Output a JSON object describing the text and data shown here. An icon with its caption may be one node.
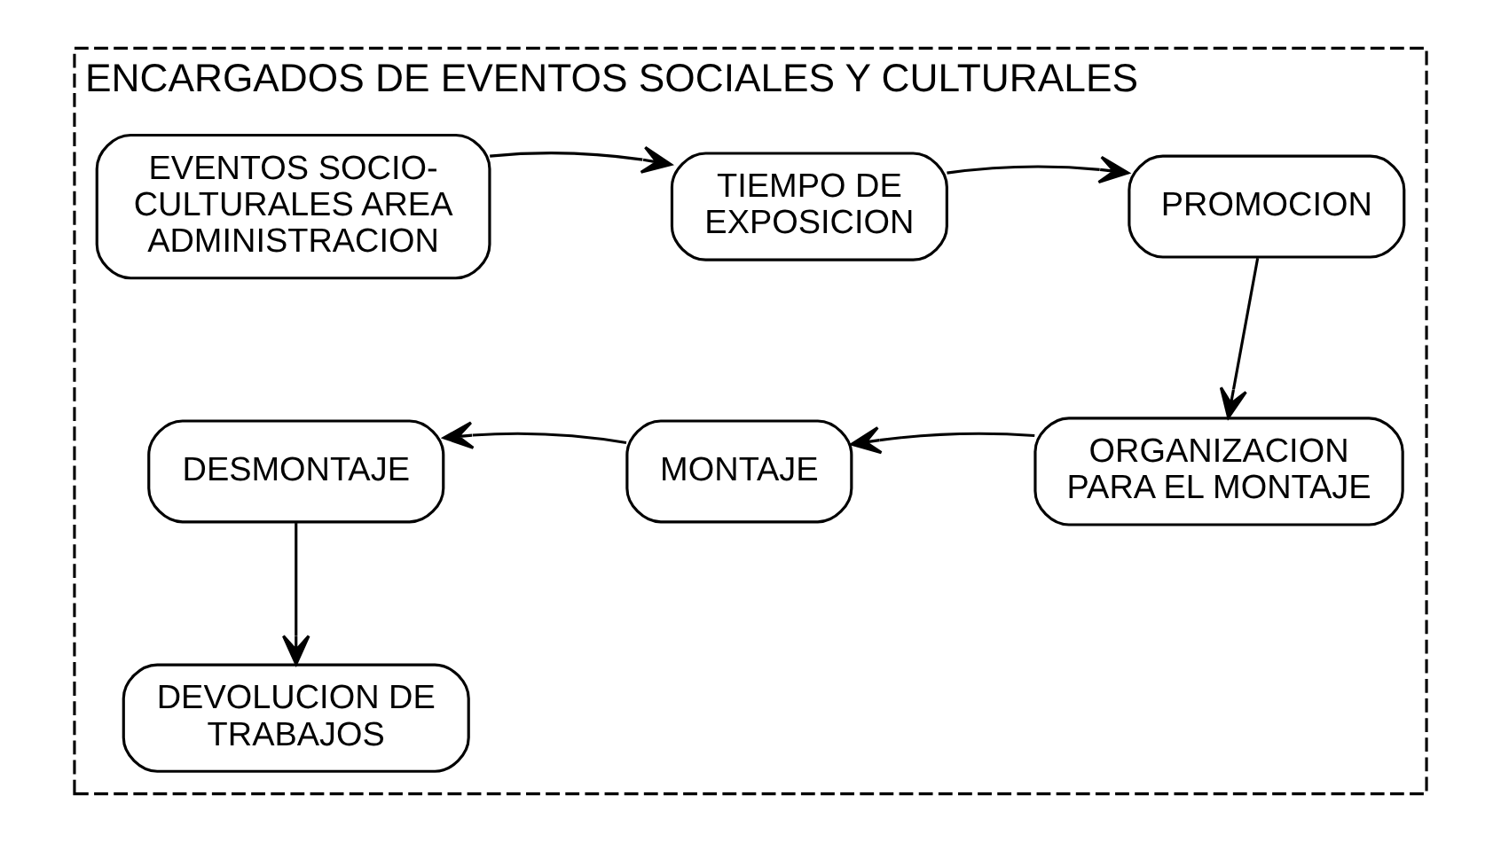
{
  "diagram": {
    "nodes": [
      {
        "text": [
          "ENCARGADOS DE EVENTOS SOCIALES Y CULTURALES"
        ]
      },
      {
        "text": [
          "EVENTOS SOCIO-CULTURALES AREA ADMINISTRACION"
        ],
        "in": 0
      },
      {
        "text": [
          "TIEMPO DE EXPOSICION"
        ],
        "in": 0
      },
      {
        "text": [
          "PROMOCION"
        ],
        "in": 0
      },
      {
        "text": [
          "ORGANIZACION PARA EL MONTAJE"
        ],
        "in": 0
      },
      {
        "text": [
          "MONTAJE"
        ],
        "in": 0
      },
      {
        "text": [
          "DESMONTAJE"
        ],
        "in": 0
      },
      {
        "text": [
          "DEVOLUCION DE TRABAJOS"
        ],
        "in": 0
      }
    ],
    "edges": [
      {
        "from": 1,
        "to": 2,
        "arrow": "to"
      },
      {
        "from": 2,
        "to": 3,
        "arrow": "to"
      },
      {
        "from": 3,
        "to": 4,
        "arrow": "to"
      },
      {
        "from": 4,
        "to": 5,
        "arrow": "to"
      },
      {
        "from": 5,
        "to": 6,
        "arrow": "to"
      },
      {
        "from": 6,
        "to": 7,
        "arrow": "to"
      }
    ]
  }
}
